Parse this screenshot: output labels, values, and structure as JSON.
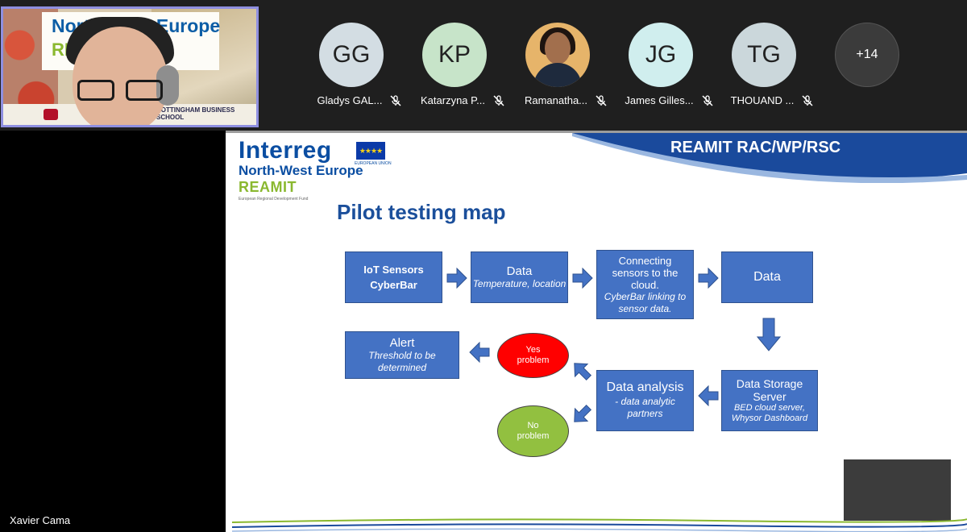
{
  "self_view": {
    "name": "Xavier Cama",
    "banner_line1": "North-West Europe",
    "banner_line2": "REAMIT",
    "footer_text": "NOTTINGHAM BUSINESS SCHOOL"
  },
  "participants": [
    {
      "initials": "GG",
      "name": "Gladys GAL...",
      "avatar_color": "#d3dde3"
    },
    {
      "initials": "KP",
      "name": "Katarzyna P...",
      "avatar_color": "#c7e4c9"
    },
    {
      "initials": "",
      "name": "Ramanatha...",
      "avatar_color": "#e6b46a"
    },
    {
      "initials": "JG",
      "name": "James Gilles...",
      "avatar_color": "#d0eeee"
    },
    {
      "initials": "TG",
      "name": "THOUAND ...",
      "avatar_color": "#cbd7db"
    }
  ],
  "more_participants": "+14",
  "slide": {
    "header": "REAMIT RAC/WP/RSC",
    "logo": {
      "interreg": "Interreg",
      "eu": "EUROPEAN UNION",
      "region": "North-West Europe",
      "project": "REAMIT",
      "fund": "European Regional Development Fund"
    },
    "title": "Pilot testing map",
    "boxes": {
      "iot": {
        "line1": "IoT Sensors",
        "line2": "CyberBar"
      },
      "data1": {
        "main": "Data",
        "sub": "Temperature, location"
      },
      "connect": {
        "main": "Connecting sensors to the cloud.",
        "sub": "CyberBar linking to sensor data."
      },
      "data2": {
        "main": "Data"
      },
      "storage": {
        "main": "Data Storage Server",
        "sub": "BED cloud server, Whysor Dashboard"
      },
      "analysis": {
        "main": "Data analysis",
        "sub": "- data analytic partners"
      },
      "alert": {
        "main": "Alert",
        "sub": "Threshold to be determined"
      }
    },
    "ovals": {
      "yes": "Yes problem",
      "no": "No problem"
    },
    "colors": {
      "box_fill": "#4472c4",
      "yes_fill": "#ff0000",
      "no_fill": "#92c040",
      "title": "#1b4f9b"
    }
  }
}
